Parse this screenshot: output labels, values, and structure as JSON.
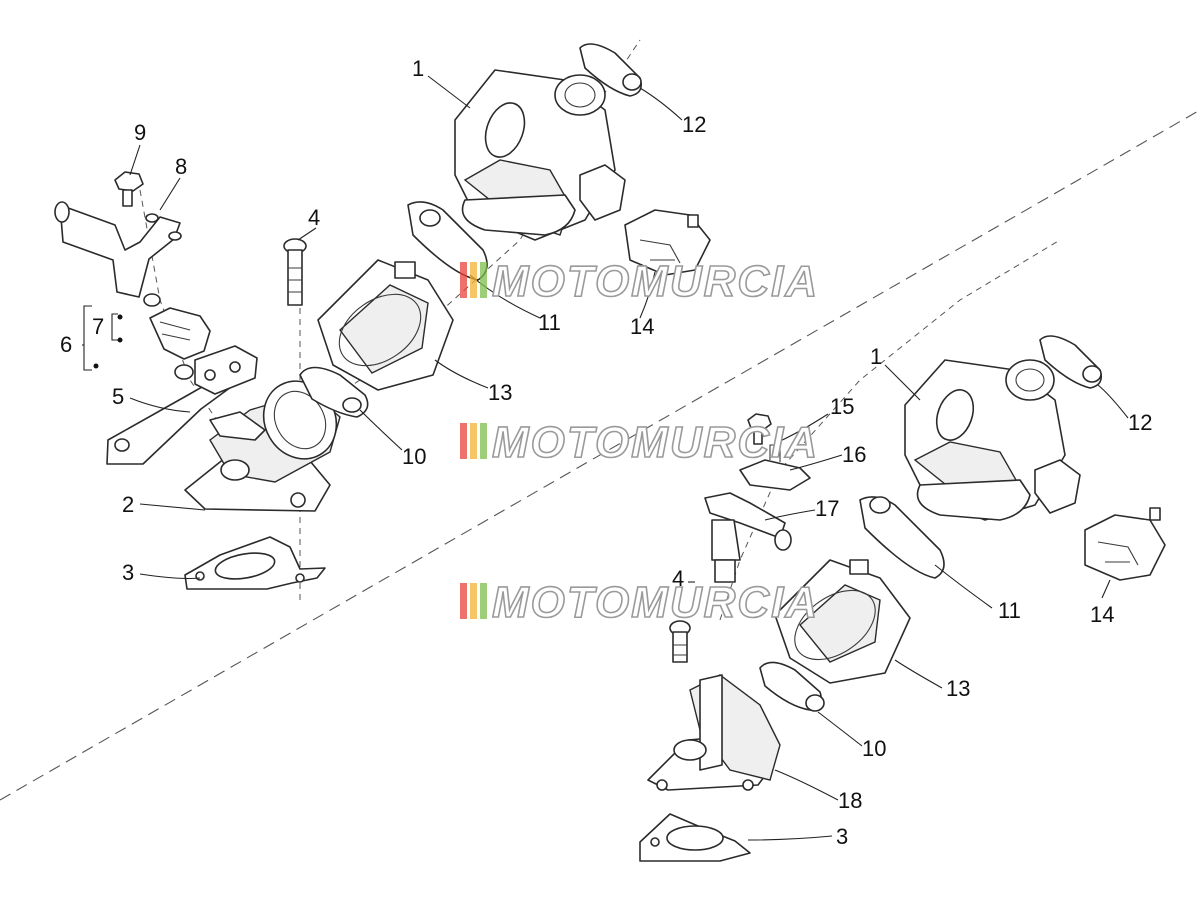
{
  "diagram": {
    "callouts": {
      "a1": "1",
      "a2": "2",
      "a3": "3",
      "a4": "4",
      "a5": "5",
      "a6": "6",
      "a7": "7",
      "a8": "8",
      "a9": "9",
      "a10": "10",
      "a11": "11",
      "a12": "12",
      "a13": "13",
      "a14": "14",
      "b1": "1",
      "b3": "3",
      "b4": "4",
      "b10": "10",
      "b11": "11",
      "b12": "12",
      "b13": "13",
      "b14": "14",
      "b15": "15",
      "b16": "16",
      "b17": "17",
      "b18": "18"
    },
    "watermark": {
      "text": "MOTOMURCIA",
      "colors": [
        "#e8433a",
        "#f2b233",
        "#7bbf4a"
      ]
    }
  }
}
